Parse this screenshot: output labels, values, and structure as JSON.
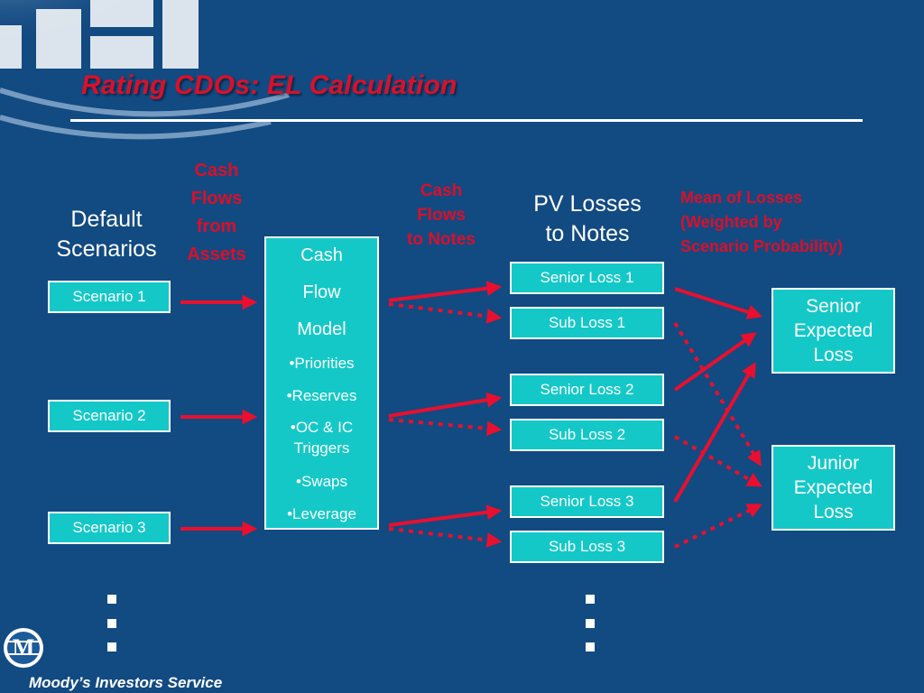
{
  "slide": {
    "title": "Rating CDOs: EL Calculation",
    "footer": "Moody’s Investors Service",
    "logo_letter": "M"
  },
  "colors": {
    "background": "#124a82",
    "box_fill": "#14c8c8",
    "accent_red": "#d9102a",
    "text": "#ffffff"
  },
  "diagram": {
    "headers": {
      "default_scenarios": "Default\nScenarios",
      "pv_losses": "PV Losses\nto Notes"
    },
    "annotations": {
      "cash_flows_from_assets": "Cash\nFlows\nfrom\nAssets",
      "cash_flows_to_notes": "Cash\nFlows\nto Notes",
      "mean_of_losses": "Mean of Losses\n(Weighted by\nScenario Probability)"
    },
    "scenarios": [
      "Scenario 1",
      "Scenario 2",
      "Scenario 3"
    ],
    "cash_flow_model": {
      "title_lines": [
        "Cash",
        "Flow",
        "Model"
      ],
      "bullets": [
        "•Priorities",
        "•Reserves",
        "•OC & IC\nTriggers",
        "•Swaps",
        "•Leverage"
      ]
    },
    "losses": [
      {
        "senior": "Senior Loss 1",
        "sub": "Sub Loss 1"
      },
      {
        "senior": "Senior Loss 2",
        "sub": "Sub Loss 2"
      },
      {
        "senior": "Senior Loss 3",
        "sub": "Sub Loss 3"
      }
    ],
    "results": {
      "senior": "Senior\nExpected\nLoss",
      "junior": "Junior\nExpected\nLoss"
    }
  }
}
